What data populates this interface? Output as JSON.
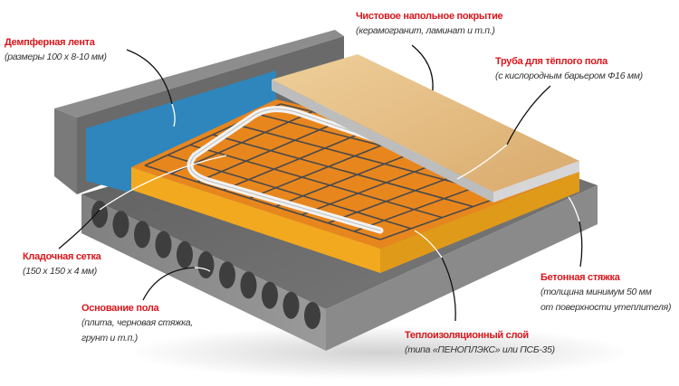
{
  "labels": {
    "damper_tape": {
      "title": "Демпферная лента",
      "sub": [
        "(размеры 100 х 8-10 мм)"
      ]
    },
    "finish_floor": {
      "title": "Чистовое напольное покрытие",
      "sub": [
        "(керамогранит, ламинат и т.п.)"
      ]
    },
    "pipe": {
      "title": "Труба для тёплого пола",
      "sub": [
        "(с кислородным барьером Ф16 мм)"
      ]
    },
    "mesh": {
      "title": "Кладочная сетка",
      "sub": [
        "(150 х 150 х 4 мм)"
      ]
    },
    "base": {
      "title": "Основание пола",
      "sub": [
        "(плита, черновая стяжка,",
        "грунт и т.п.)"
      ]
    },
    "screed": {
      "title": "Бетонная стяжка",
      "sub": [
        "(толщина минимум 50 мм",
        "от поверхности утеплителя)"
      ]
    },
    "insulation": {
      "title": "Теплоизоляционный слой",
      "sub": [
        "(типа «ПЕНОПЛЭКС» или ПСБ-35)"
      ]
    }
  },
  "colors": {
    "label_title": "#d9161c",
    "concrete": "#6b6b6b",
    "blue_tape": "#2f86bd",
    "insulation": "#f0a020",
    "wood": "#e6c08a",
    "screed": "#d4d4d4"
  }
}
